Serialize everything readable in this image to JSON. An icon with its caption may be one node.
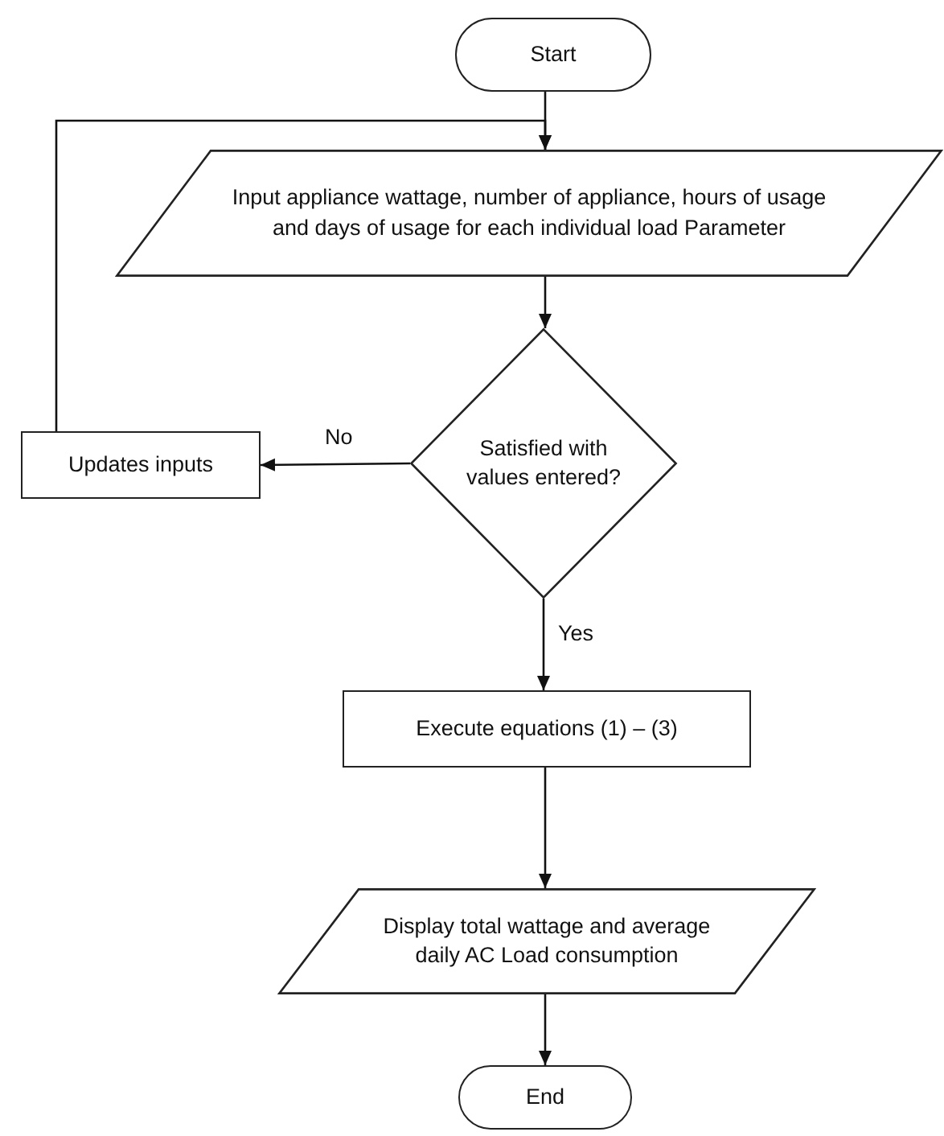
{
  "diagram": {
    "nodes": [
      {
        "text": [
          "Start"
        ]
      },
      {
        "text": [
          "Input appliance wattage, number of appliance, hours of usage and days of usage for each individual load Parameter"
        ]
      },
      {
        "text": [
          "Satisfied with values entered?"
        ]
      },
      {
        "text": [
          "Updates inputs"
        ]
      },
      {
        "text": [
          "Execute equations (1) – (3)"
        ]
      },
      {
        "text": [
          "Display total wattage and average daily AC Load consumption"
        ]
      },
      {
        "text": [
          "End"
        ]
      }
    ],
    "edges": [
      {
        "from": 0,
        "to": 1,
        "arrow": "to"
      },
      {
        "from": 1,
        "to": 2,
        "arrow": "to"
      },
      {
        "from": 2,
        "to": 3,
        "arrow": "to",
        "label": "No"
      },
      {
        "from": 2,
        "to": 4,
        "arrow": "to",
        "label": "Yes"
      },
      {
        "from": 4,
        "to": 5,
        "arrow": "to"
      },
      {
        "from": 5,
        "to": 6,
        "arrow": "to"
      },
      {
        "from": 3,
        "to": 1,
        "arrow": "to"
      }
    ]
  }
}
